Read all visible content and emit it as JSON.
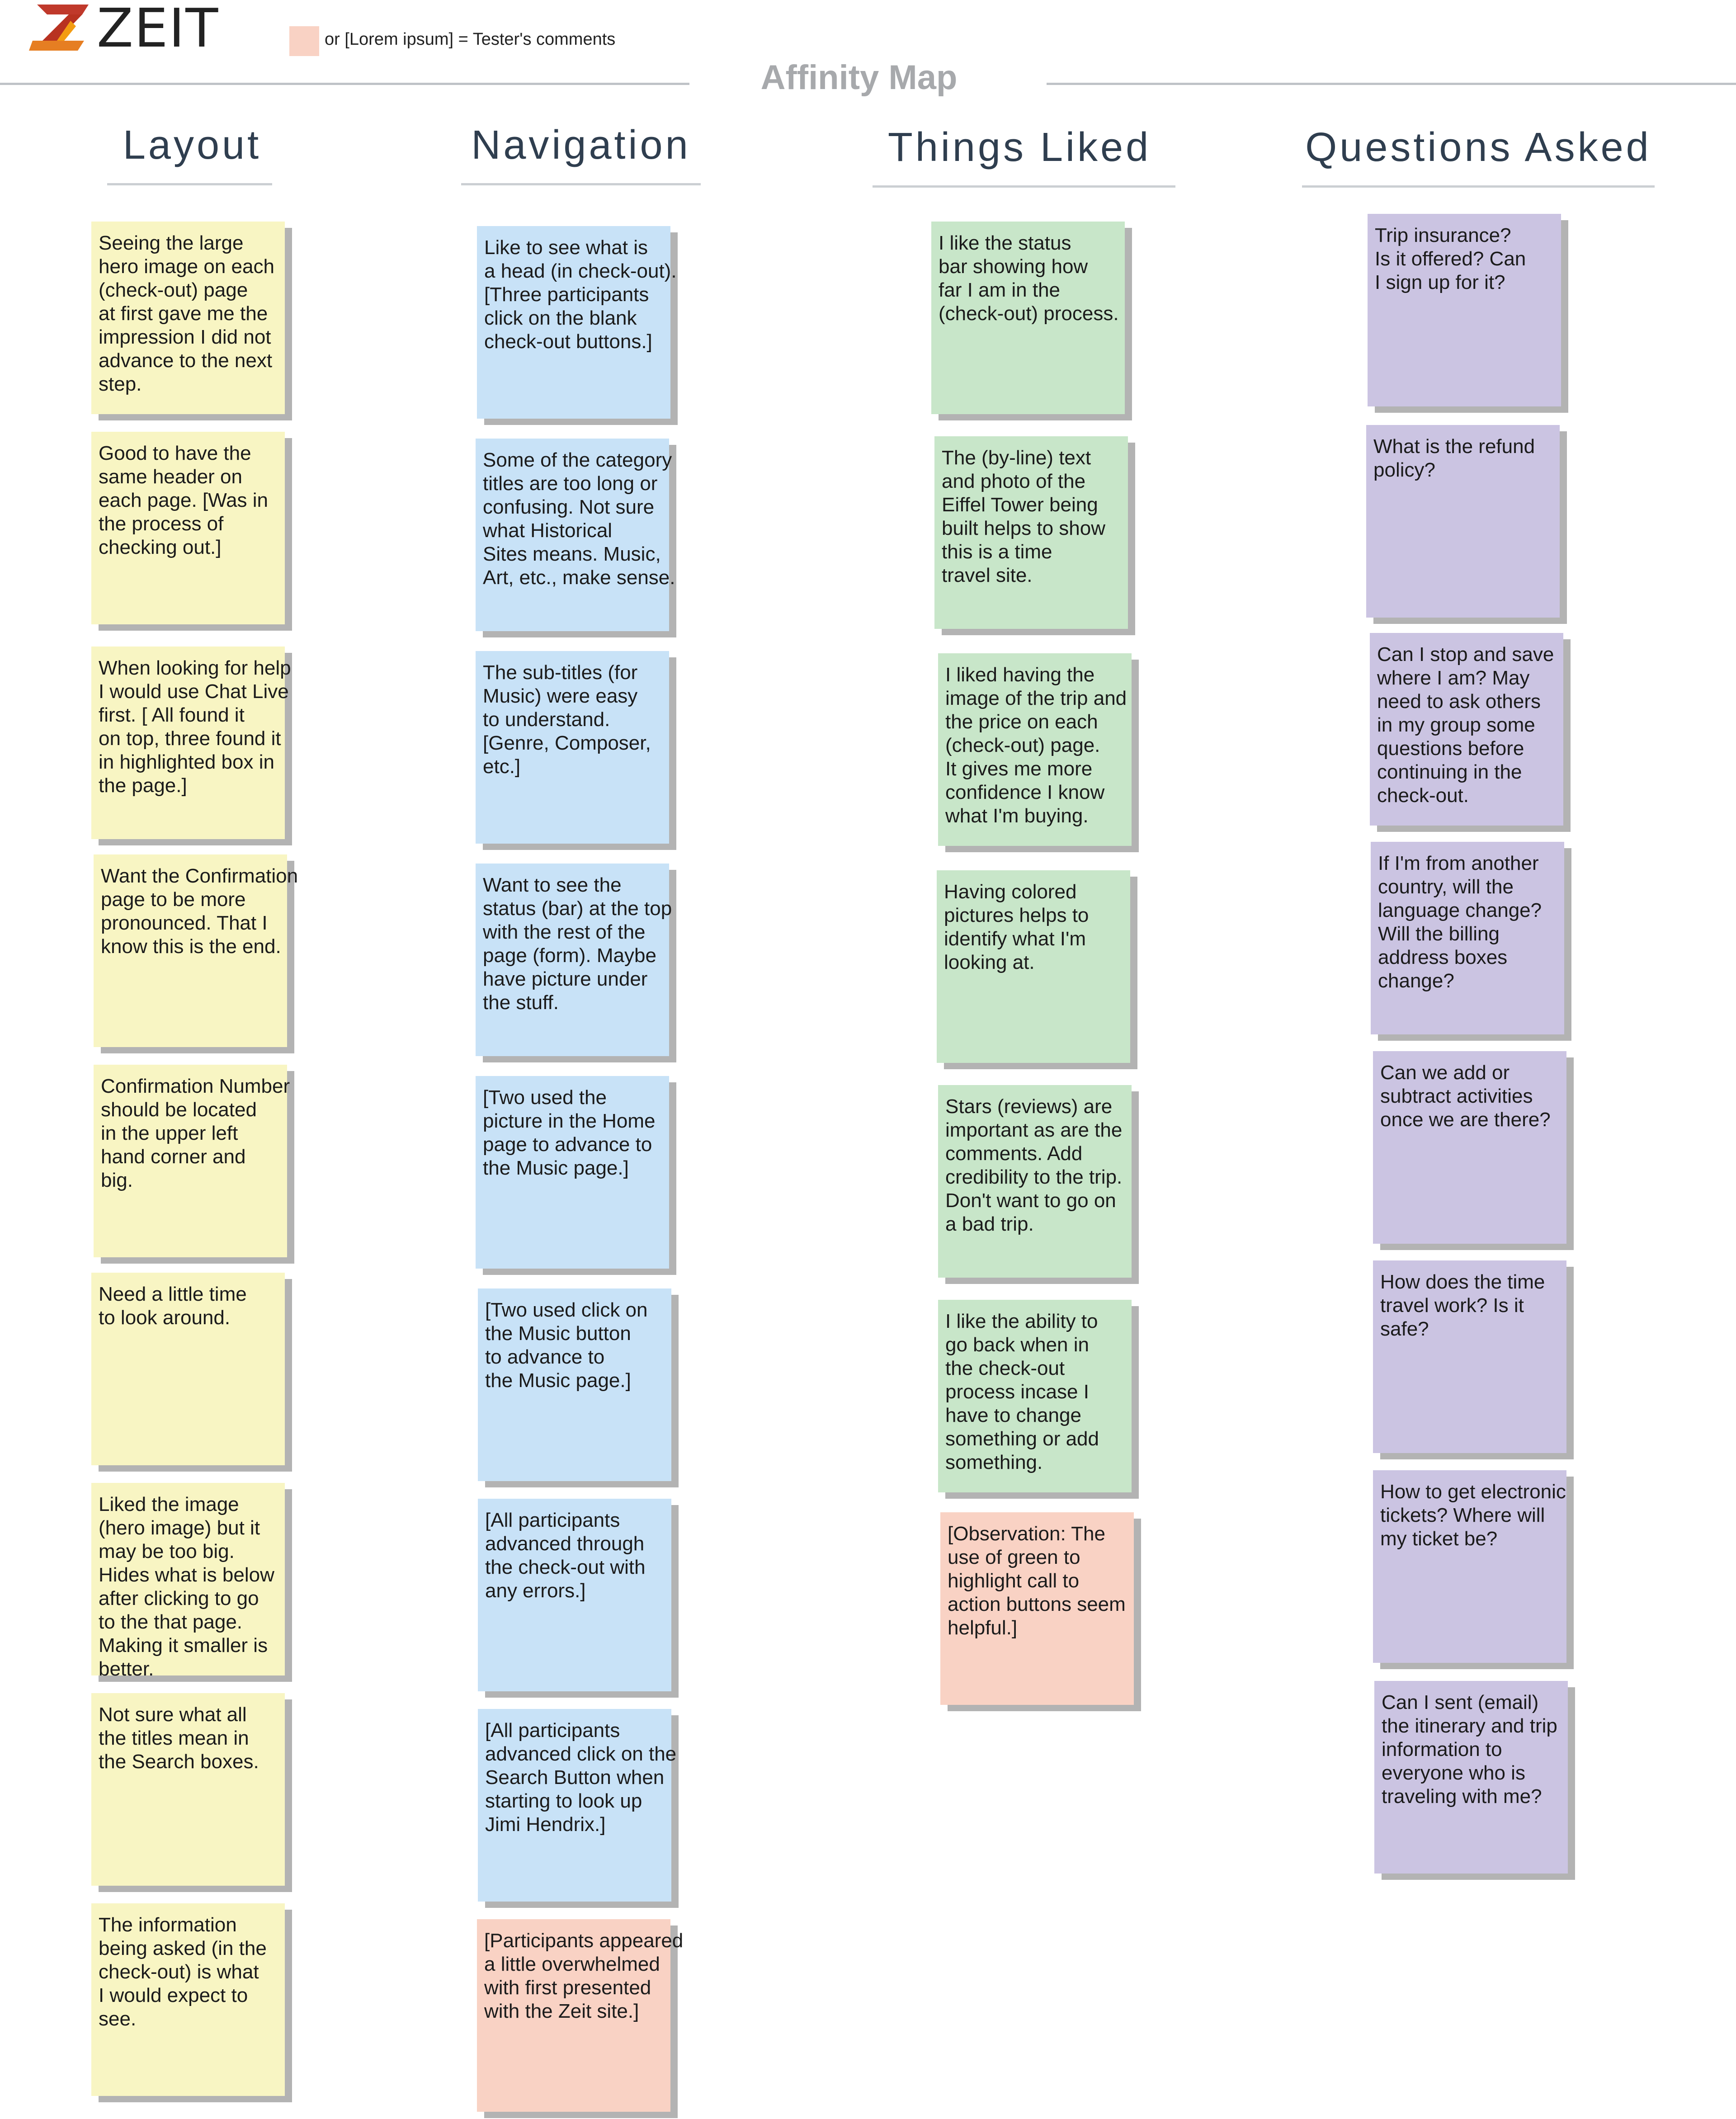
{
  "brand": {
    "name": "ZEIT"
  },
  "legend": {
    "text": "or [Lorem ipsum] = Tester's comments",
    "color": "#f9d2c4"
  },
  "title": "Affinity Map",
  "colors": {
    "yellow": "#f8f5c3",
    "blue": "#c8e2f7",
    "green": "#c8e6c9",
    "purple": "#cbc4e2",
    "pink": "#f9d2c4"
  },
  "columns": [
    {
      "heading": "Layout",
      "notes": [
        {
          "color": "yellow",
          "lines": [
            "Seeing the large",
            "hero image on each",
            "(check-out) page",
            "at first gave me the",
            "impression I did not",
            "advance to the next",
            "step."
          ]
        },
        {
          "color": "yellow",
          "lines": [
            "Good to have the",
            "same header on",
            "each page.  [Was in",
            "the process of",
            "checking out.]"
          ]
        },
        {
          "color": "yellow",
          "lines": [
            "When looking for help",
            "I would use Chat Live",
            "first.  [ All found it",
            "on top, three found it",
            "in highlighted box in",
            "the page.]"
          ]
        },
        {
          "color": "yellow",
          "lines": [
            "Want the Confirmation",
            "page to be more",
            "pronounced.  That I",
            "know this is the end."
          ]
        },
        {
          "color": "yellow",
          "lines": [
            "Confirmation Number",
            "should be located",
            "in the upper left",
            "hand corner and",
            "big."
          ]
        },
        {
          "color": "yellow",
          "lines": [
            "Need a little time",
            "to look around."
          ]
        },
        {
          "color": "yellow",
          "lines": [
            "Liked the image",
            "(hero image) but it",
            "may be too big.",
            "Hides what is below",
            "after clicking to go",
            "to the that page.",
            "Making it smaller is",
            "better."
          ]
        },
        {
          "color": "yellow",
          "lines": [
            "Not sure what all",
            "the titles mean in",
            "the Search boxes."
          ]
        },
        {
          "color": "yellow",
          "lines": [
            "The information",
            "being asked (in the",
            "check-out) is what",
            "I would expect to",
            "see."
          ]
        }
      ]
    },
    {
      "heading": "Navigation",
      "notes": [
        {
          "color": "blue",
          "lines": [
            "Like to see what is",
            "a head (in check-out).",
            "[Three participants",
            "click on the blank",
            "check-out buttons.]"
          ]
        },
        {
          "color": "blue",
          "lines": [
            "Some of the category",
            "titles are too long or",
            "confusing.  Not sure",
            "what Historical",
            "Sites means.  Music,",
            "Art, etc., make sense."
          ]
        },
        {
          "color": "blue",
          "lines": [
            "The sub-titles (for",
            "Music) were easy",
            "to understand.",
            "[Genre, Composer,",
            "etc.]"
          ]
        },
        {
          "color": "blue",
          "lines": [
            "Want to see the",
            "status (bar) at the top",
            "with the rest of the",
            "page (form).  Maybe",
            "have picture under",
            "the stuff."
          ]
        },
        {
          "color": "blue",
          "lines": [
            "[Two used the",
            "picture in the Home",
            "page to advance to",
            "the Music page.]"
          ]
        },
        {
          "color": "blue",
          "lines": [
            "[Two used click on",
            "the Music button",
            "to advance to",
            "the Music page.]"
          ]
        },
        {
          "color": "blue",
          "lines": [
            "[All participants",
            "advanced through",
            "the check-out with",
            "any errors.]"
          ]
        },
        {
          "color": "blue",
          "lines": [
            "[All participants",
            "advanced click on the",
            "Search Button when",
            "starting to look up",
            "Jimi Hendrix.]"
          ]
        },
        {
          "color": "pink",
          "lines": [
            "[Participants appeared",
            "a little overwhelmed",
            "with first presented",
            "with the Zeit site.]"
          ]
        }
      ]
    },
    {
      "heading": "Things Liked",
      "notes": [
        {
          "color": "green",
          "lines": [
            "I like the status",
            "bar showing how",
            "far I am in the",
            "(check-out) process."
          ]
        },
        {
          "color": "green",
          "lines": [
            "The (by-line) text",
            "and photo of the",
            "Eiffel Tower being",
            "built helps to show",
            "this is a time",
            "travel site."
          ]
        },
        {
          "color": "green",
          "lines": [
            "I liked having the",
            "image of the trip and",
            "the price on each",
            "(check-out) page.",
            "It gives me more",
            "confidence I know",
            "what I'm buying."
          ]
        },
        {
          "color": "green",
          "lines": [
            "Having colored",
            "pictures helps to",
            "identify what I'm",
            "looking at."
          ]
        },
        {
          "color": "green",
          "lines": [
            "Stars (reviews) are",
            "important as are the",
            "comments.  Add",
            "credibility to the trip.",
            "Don't want to go on",
            "a bad trip."
          ]
        },
        {
          "color": "green",
          "lines": [
            "I like the ability to",
            "go back when in",
            "the check-out",
            "process incase I",
            "have to change",
            "something or add",
            "something."
          ]
        },
        {
          "color": "pink",
          "lines": [
            "[Observation: The",
            "use of green to",
            "highlight call to",
            "action buttons seem",
            "helpful.]"
          ]
        }
      ]
    },
    {
      "heading": "Questions Asked",
      "notes": [
        {
          "color": "purple",
          "lines": [
            "Trip insurance?",
            "Is it offered?  Can",
            "I sign up for it?"
          ]
        },
        {
          "color": "purple",
          "lines": [
            "What is the refund",
            "policy?"
          ]
        },
        {
          "color": "purple",
          "lines": [
            "Can I stop and save",
            "where I am?  May",
            "need to ask others",
            "in my group some",
            "questions before",
            "continuing in the",
            "check-out."
          ]
        },
        {
          "color": "purple",
          "lines": [
            "If I'm from another",
            "country, will the",
            "language change?",
            "Will the billing",
            "address boxes",
            "change?"
          ]
        },
        {
          "color": "purple",
          "lines": [
            "Can we add or",
            "subtract activities",
            "once we are there?"
          ]
        },
        {
          "color": "purple",
          "lines": [
            "How does the time",
            "travel work?  Is it",
            "safe?"
          ]
        },
        {
          "color": "purple",
          "lines": [
            "How to get electronic",
            "tickets? Where will",
            "my ticket be?"
          ]
        },
        {
          "color": "purple",
          "lines": [
            "Can I sent (email)",
            "the itinerary and trip",
            "information to",
            "everyone who is",
            "traveling with me?"
          ]
        }
      ]
    }
  ]
}
